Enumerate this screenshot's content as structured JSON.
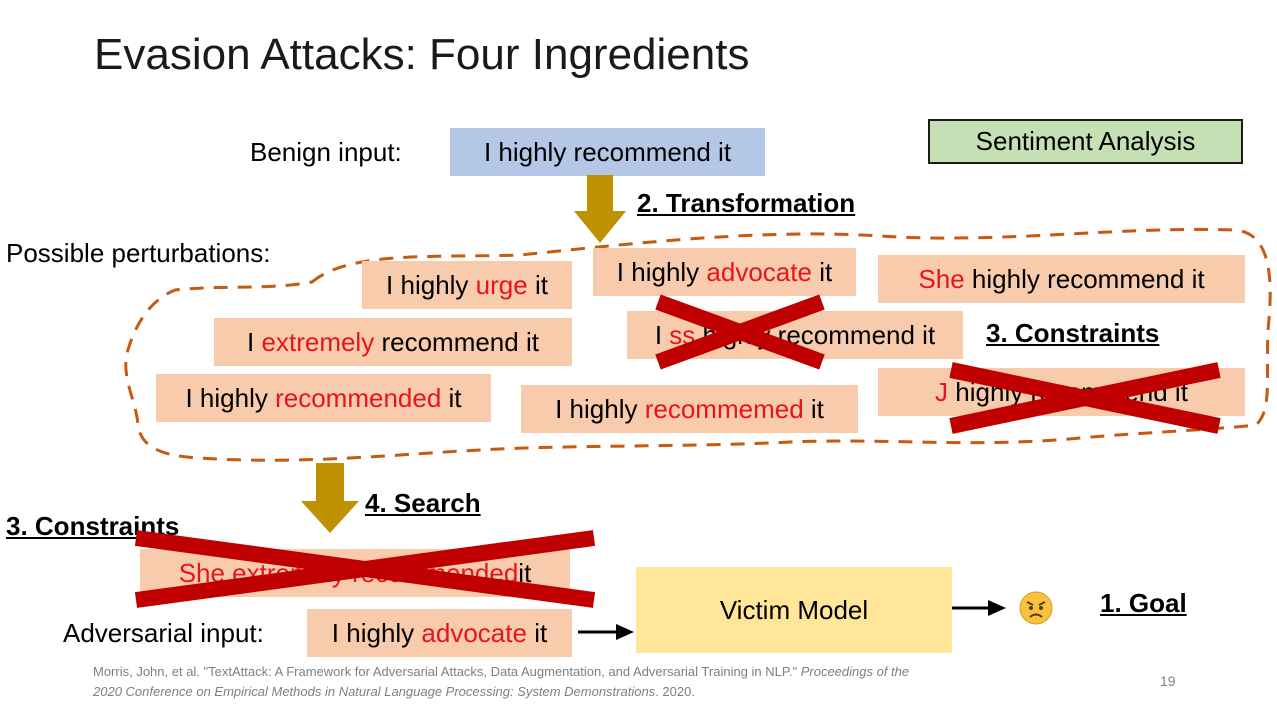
{
  "slide": {
    "title": "Evasion Attacks: Four Ingredients",
    "page_number": "19"
  },
  "header": {
    "benign_label": "Benign input:",
    "benign_text": "I highly recommend it",
    "task_label": "Sentiment Analysis"
  },
  "steps": {
    "transformation": "2. Transformation",
    "constraints_right": "3. Constraints",
    "search": "4. Search",
    "constraints_left": "3. Constraints",
    "goal": "1. Goal"
  },
  "perturbations": {
    "label": "Possible perturbations:",
    "items": [
      {
        "pre": "I highly ",
        "hl": "urge",
        "post": " it",
        "rejected": false
      },
      {
        "pre": "I highly ",
        "hl": "advocate",
        "post": " it",
        "rejected": false
      },
      {
        "pre": "",
        "hl": "She",
        "post": " highly recommend it",
        "rejected": false
      },
      {
        "pre": "I ",
        "hl": "extremely",
        "post": " recommend it",
        "rejected": false
      },
      {
        "pre": "I ",
        "hl": "ss",
        "post": " highly recommend it",
        "rejected": true
      },
      {
        "pre": "I highly ",
        "hl": "recommended",
        "post": " it",
        "rejected": false
      },
      {
        "pre": "I highly ",
        "hl": "recommemed",
        "post": " it",
        "rejected": false
      },
      {
        "pre": "",
        "hl": "J",
        "post": " highly recommend it",
        "rejected": true
      }
    ]
  },
  "rejected_candidate": {
    "pre": "",
    "hl": "She extremely recommended",
    "post": " it"
  },
  "adversarial": {
    "label": "Adversarial input:",
    "pre": "I highly ",
    "hl": "advocate",
    "post": " it"
  },
  "model": {
    "label": "Victim Model"
  },
  "outcome": {
    "emoji": "😠"
  },
  "citation": {
    "line1_plain": "Morris, John, et al. \"TextAttack: A Framework for Adversarial Attacks, Data Augmentation, and Adversarial Training in NLP.\" ",
    "line1_italic": "Proceedings of the",
    "line2_italic": "2020 Conference on Empirical Methods in Natural Language Processing: System Demonstrations",
    "line2_plain": ". 2020."
  },
  "colors": {
    "benign_box": "#b4c7e7",
    "perturb_box": "#f8cbad",
    "task_box": "#c5e0b4",
    "model_box": "#ffe699",
    "highlight_text": "#e8141b",
    "cross": "#c00000",
    "arrow": "#bf9000",
    "dashed_outline": "#c55a11"
  }
}
